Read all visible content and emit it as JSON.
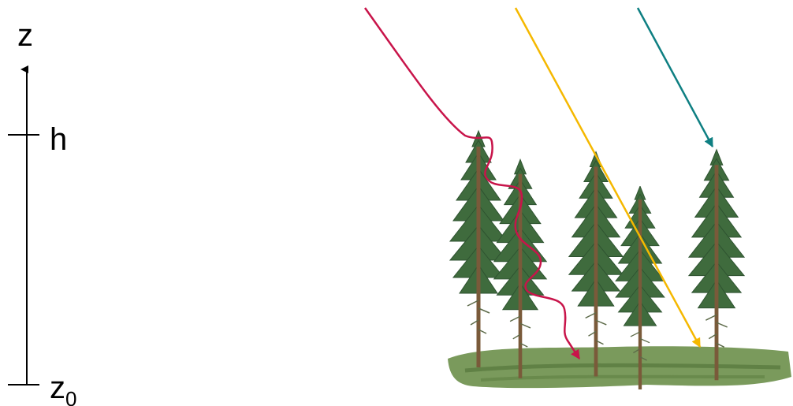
{
  "axis": {
    "top_label": "z",
    "mid_label": "h",
    "bottom_label_base": "z",
    "bottom_label_sub": "0"
  },
  "rays": [
    {
      "id": "scattered",
      "color": "#c8144a"
    },
    {
      "id": "direct-to-ground",
      "color": "#f5b800"
    },
    {
      "id": "intercepted-by-canopy",
      "color": "#0e7f82"
    }
  ],
  "colors": {
    "axis": "#000000",
    "ground": "#6b8f4a",
    "trunk": "#7a5a3a",
    "foliage": "#3f6b3d"
  }
}
